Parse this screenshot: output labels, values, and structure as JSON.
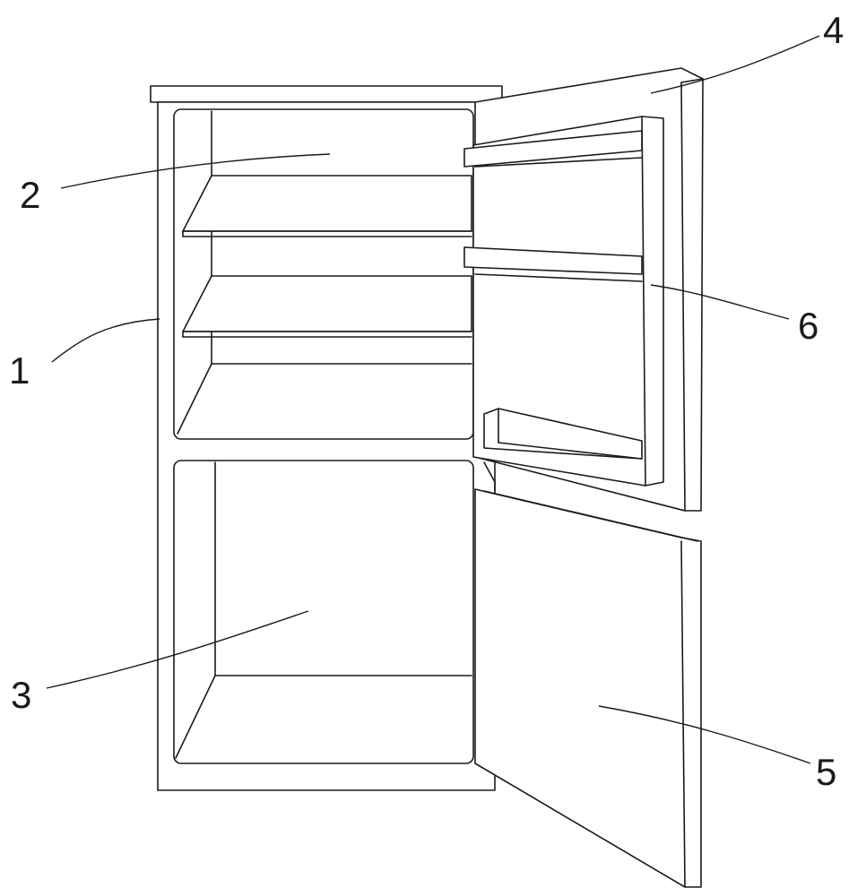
{
  "labels": {
    "body": "1",
    "fridge_compartment": "2",
    "freezer_compartment": "3",
    "upper_door": "4",
    "lower_door": "5",
    "door_shelf": "6"
  },
  "colors": {
    "stroke": "#1a1a1a",
    "background": "#ffffff"
  }
}
